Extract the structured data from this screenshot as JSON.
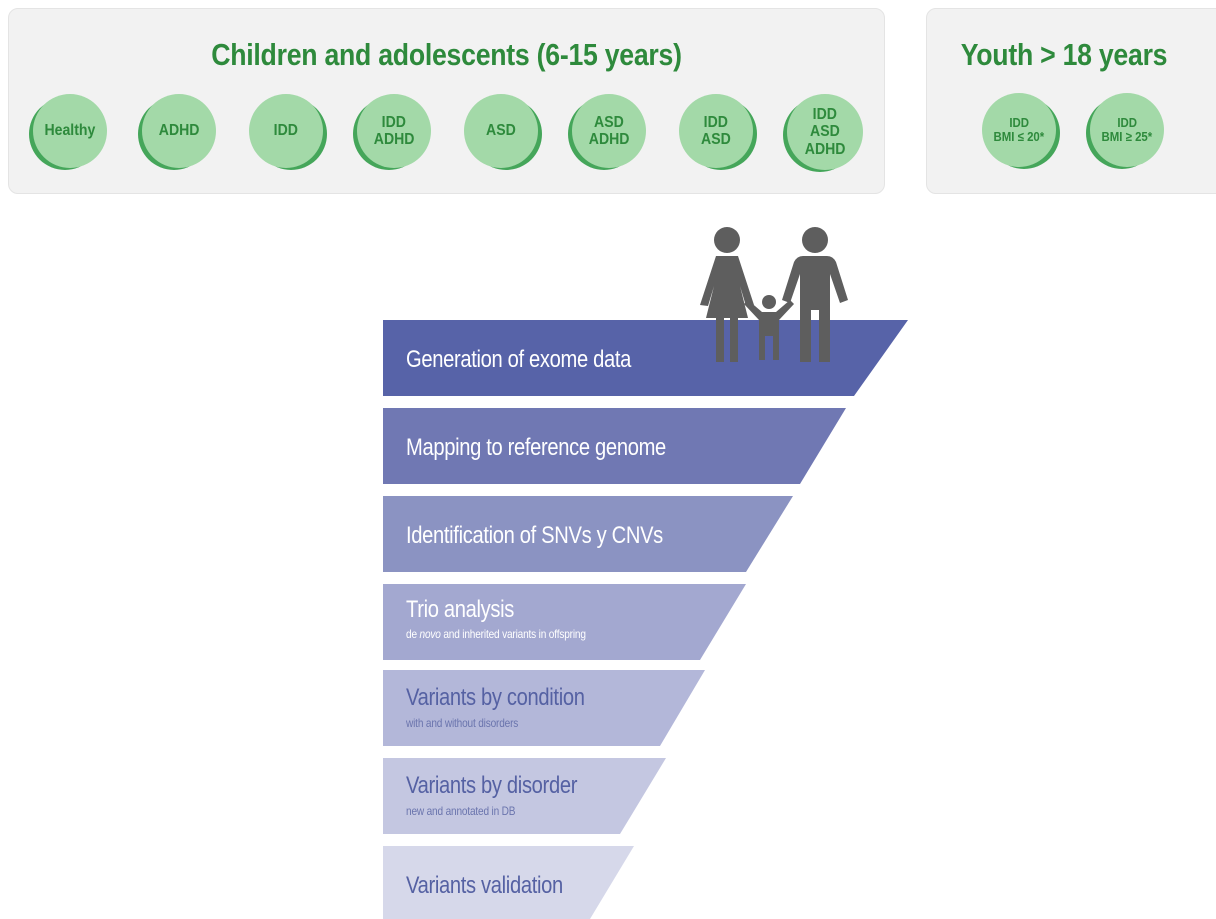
{
  "top_groups": {
    "children": {
      "title": "Children and adolescents (6-15 years)",
      "categories": [
        {
          "lines": [
            "Healthy"
          ]
        },
        {
          "lines": [
            "ADHD"
          ]
        },
        {
          "lines": [
            "IDD"
          ]
        },
        {
          "lines": [
            "IDD",
            "ADHD"
          ]
        },
        {
          "lines": [
            "ASD"
          ]
        },
        {
          "lines": [
            "ASD",
            "ADHD"
          ]
        },
        {
          "lines": [
            "IDD",
            "ASD"
          ]
        },
        {
          "lines": [
            "IDD",
            "ASD",
            "ADHD"
          ]
        }
      ]
    },
    "youth": {
      "title": "Youth > 18 years",
      "categories": [
        {
          "lines": [
            "IDD",
            "BMI ≤ 20*"
          ]
        },
        {
          "lines": [
            "IDD",
            "BMI ≥ 25*"
          ]
        }
      ]
    }
  },
  "funnel": {
    "steps": [
      {
        "title": "Generation of exome data",
        "subtitle": "",
        "color": "#5763a8"
      },
      {
        "title": "Mapping to reference genome",
        "subtitle": "",
        "color": "#7078b3"
      },
      {
        "title": "Identification of SNVs y CNVs",
        "subtitle": "",
        "color": "#8b93c2"
      },
      {
        "title": "Trio analysis",
        "subtitle_parts": [
          "de ",
          "novo",
          " and  inherited variants in offspring"
        ],
        "color": "#a3a8d0"
      },
      {
        "title": "Variants by condition",
        "subtitle": "with and without disorders",
        "color": "#b3b7d9"
      },
      {
        "title": "Variants by disorder",
        "subtitle": "new and annotated in DB",
        "color": "#c4c7e1"
      },
      {
        "title": "Variants validation",
        "subtitle": "",
        "color": "#d6d8ea"
      }
    ]
  },
  "colors": {
    "panel_bg": "#f2f2f2",
    "green_text": "#2e8a3c",
    "green_circle": "#a3d9a8",
    "green_shadow": "#45a65a",
    "family_icon": "#5e5e5e"
  },
  "icons": {
    "family": "family-icon"
  }
}
